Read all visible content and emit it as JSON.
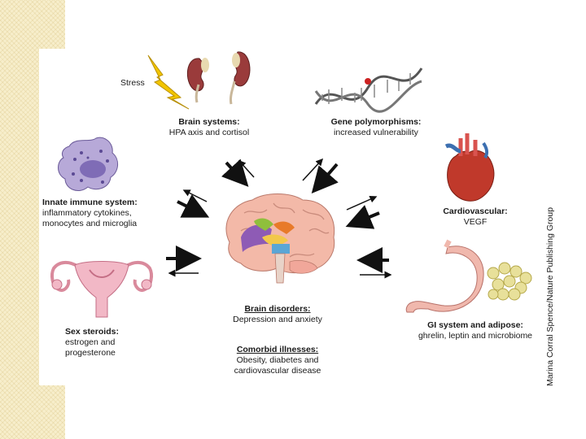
{
  "labels": {
    "stress": "Stress",
    "brain_systems_title": "Brain systems:",
    "brain_systems_sub": "HPA axis and cortisol",
    "gene_title": "Gene polymorphisms:",
    "gene_sub": "increased vulnerability",
    "immune_title": "Innate immune system:",
    "immune_sub1": "inflammatory cytokines,",
    "immune_sub2": "monocytes and microglia",
    "cardio_title": "Cardiovascular:",
    "cardio_sub": "VEGF",
    "sex_title": "Sex steroids:",
    "sex_sub1": "estrogen and",
    "sex_sub2": "progesterone",
    "gi_title": "GI system and adipose:",
    "gi_sub": "ghrelin, leptin and microbiome",
    "brain_disorders_title": "Brain disorders:",
    "brain_disorders_sub": "Depression and anxiety",
    "comorbid_title": "Comorbid illnesses:",
    "comorbid_sub1": "Obesity, diabetes and",
    "comorbid_sub2": "cardiovascular disease"
  },
  "credit": "Marina Corral Spence/Nature Publishing Group",
  "colors": {
    "kidney": "#9a3b3b",
    "lightning": "#f2c500",
    "immune_cell": "#b7a9d8",
    "heart": "#c0392b",
    "uterus": "#f2b8c6",
    "stomach": "#f0b8ad",
    "adipose": "#e8e09a",
    "brain": "#f3b9a8",
    "arrow": "#111111",
    "background_stripe": "#f7eecb"
  }
}
